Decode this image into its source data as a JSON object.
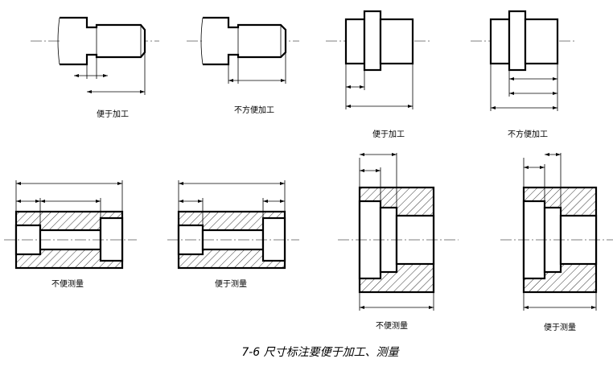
{
  "figure": {
    "caption": "7-6  尺寸标注要便于加工、测量",
    "labels": {
      "shaft_a": "便于加工",
      "shaft_b": "不方便加工",
      "collar_a": "便于加工",
      "collar_b": "不方便加工",
      "bore_a": "不便测量",
      "bore_b": "便于测量",
      "block_a": "不便测量",
      "block_b": "便于测量"
    }
  }
}
